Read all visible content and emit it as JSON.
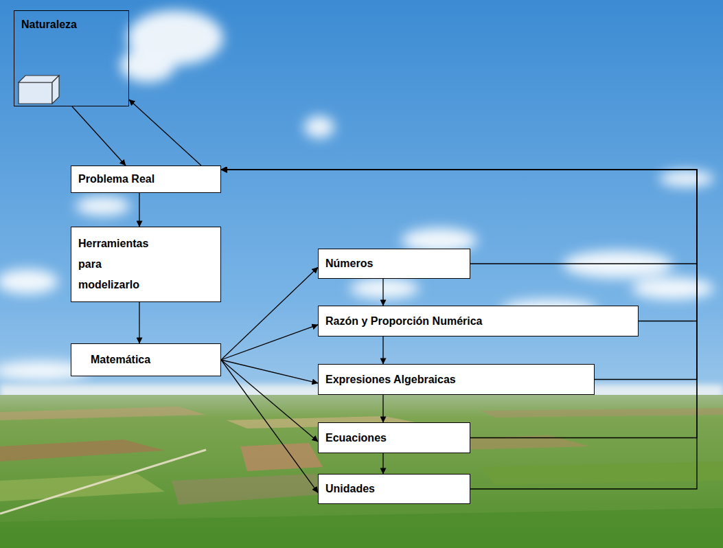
{
  "diagram": {
    "nodes": [
      {
        "text": [
          "Naturaleza"
        ]
      },
      {
        "text": [
          "Problema Real"
        ]
      },
      {
        "text": [
          "Herramientas para modelizarlo"
        ]
      },
      {
        "text": [
          "Matemática"
        ]
      },
      {
        "text": [
          "Números"
        ]
      },
      {
        "text": [
          "Razón y Proporción Numérica"
        ]
      },
      {
        "text": [
          "Expresiones Algebraicas"
        ]
      },
      {
        "text": [
          "Ecuaciones"
        ]
      },
      {
        "text": [
          "Unidades"
        ]
      }
    ],
    "edges": [
      {
        "from": 0,
        "to": 1,
        "arrow": "to"
      },
      {
        "from": 1,
        "to": 0,
        "arrow": "to"
      },
      {
        "from": 1,
        "to": 2,
        "arrow": "to"
      },
      {
        "from": 2,
        "to": 3,
        "arrow": "to"
      },
      {
        "from": 3,
        "to": 4,
        "arrow": "to"
      },
      {
        "from": 3,
        "to": 5,
        "arrow": "to"
      },
      {
        "from": 3,
        "to": 6,
        "arrow": "to"
      },
      {
        "from": 3,
        "to": 7,
        "arrow": "to"
      },
      {
        "from": 3,
        "to": 8,
        "arrow": "to"
      },
      {
        "from": 4,
        "to": 5,
        "arrow": "to"
      },
      {
        "from": 5,
        "to": 6,
        "arrow": "to"
      },
      {
        "from": 6,
        "to": 7,
        "arrow": "to"
      },
      {
        "from": 7,
        "to": 8,
        "arrow": "to"
      },
      {
        "from": 4,
        "to": 1,
        "arrow": "to"
      },
      {
        "from": 5,
        "to": 1,
        "arrow": "to"
      },
      {
        "from": 6,
        "to": 1,
        "arrow": "to"
      },
      {
        "from": 7,
        "to": 1,
        "arrow": "to"
      },
      {
        "from": 8,
        "to": 1,
        "arrow": "to"
      }
    ]
  }
}
